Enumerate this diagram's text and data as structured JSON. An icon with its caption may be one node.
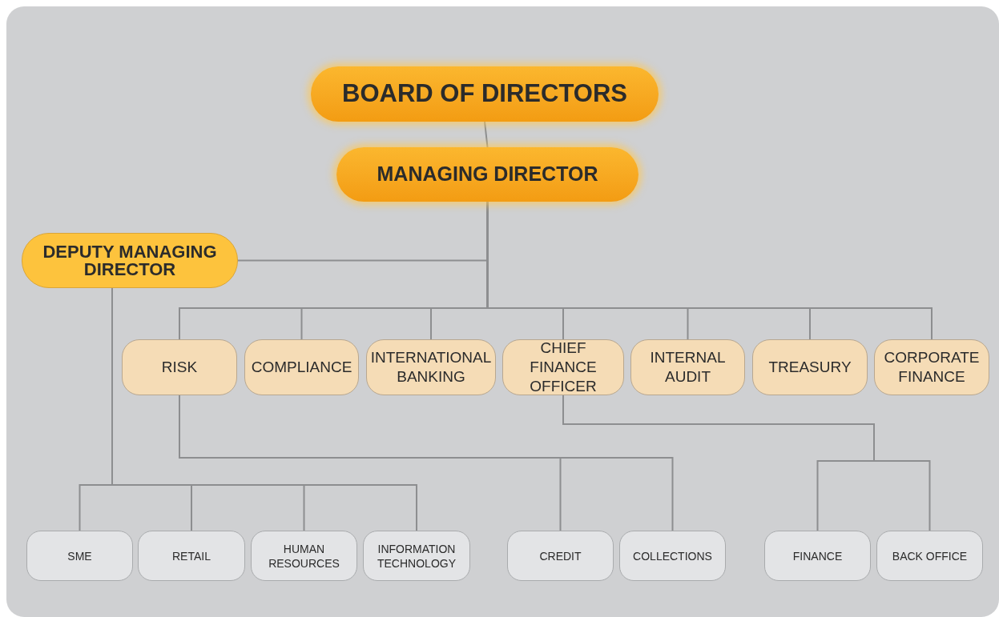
{
  "diagram": {
    "nodes": [
      {
        "text": [
          "BOARD OF DIRECTORS"
        ]
      },
      {
        "text": [
          "MANAGING DIRECTOR"
        ]
      },
      {
        "text": [
          "DEPUTY MANAGING DIRECTOR"
        ]
      },
      {
        "text": [
          "RISK"
        ]
      },
      {
        "text": [
          "COMPLIANCE"
        ]
      },
      {
        "text": [
          "INTERNATIONAL BANKING"
        ]
      },
      {
        "text": [
          "CHIEF FINANCE OFFICER"
        ]
      },
      {
        "text": [
          "INTERNAL AUDIT"
        ]
      },
      {
        "text": [
          "TREASURY"
        ]
      },
      {
        "text": [
          "CORPORATE FINANCE"
        ]
      },
      {
        "text": [
          "SME"
        ]
      },
      {
        "text": [
          "RETAIL"
        ]
      },
      {
        "text": [
          "HUMAN RESOURCES"
        ]
      },
      {
        "text": [
          "INFORMATION TECHNOLOGY"
        ]
      },
      {
        "text": [
          "CREDIT"
        ]
      },
      {
        "text": [
          "COLLECTIONS"
        ]
      },
      {
        "text": [
          "FINANCE"
        ]
      },
      {
        "text": [
          "BACK OFFICE"
        ]
      }
    ],
    "edges": [
      {
        "from": 0,
        "to": 1,
        "arrow": "none"
      },
      {
        "from": 1,
        "to": 2,
        "arrow": "none"
      },
      {
        "from": 1,
        "to": 3,
        "arrow": "none"
      },
      {
        "from": 1,
        "to": 4,
        "arrow": "none"
      },
      {
        "from": 1,
        "to": 5,
        "arrow": "none"
      },
      {
        "from": 1,
        "to": 6,
        "arrow": "none"
      },
      {
        "from": 1,
        "to": 7,
        "arrow": "none"
      },
      {
        "from": 1,
        "to": 8,
        "arrow": "none"
      },
      {
        "from": 1,
        "to": 9,
        "arrow": "none"
      },
      {
        "from": 2,
        "to": 10,
        "arrow": "none"
      },
      {
        "from": 2,
        "to": 11,
        "arrow": "none"
      },
      {
        "from": 2,
        "to": 12,
        "arrow": "none"
      },
      {
        "from": 2,
        "to": 13,
        "arrow": "none"
      },
      {
        "from": 3,
        "to": 14,
        "arrow": "none"
      },
      {
        "from": 3,
        "to": 15,
        "arrow": "none"
      },
      {
        "from": 6,
        "to": 16,
        "arrow": "none"
      },
      {
        "from": 6,
        "to": 17,
        "arrow": "none"
      }
    ]
  }
}
